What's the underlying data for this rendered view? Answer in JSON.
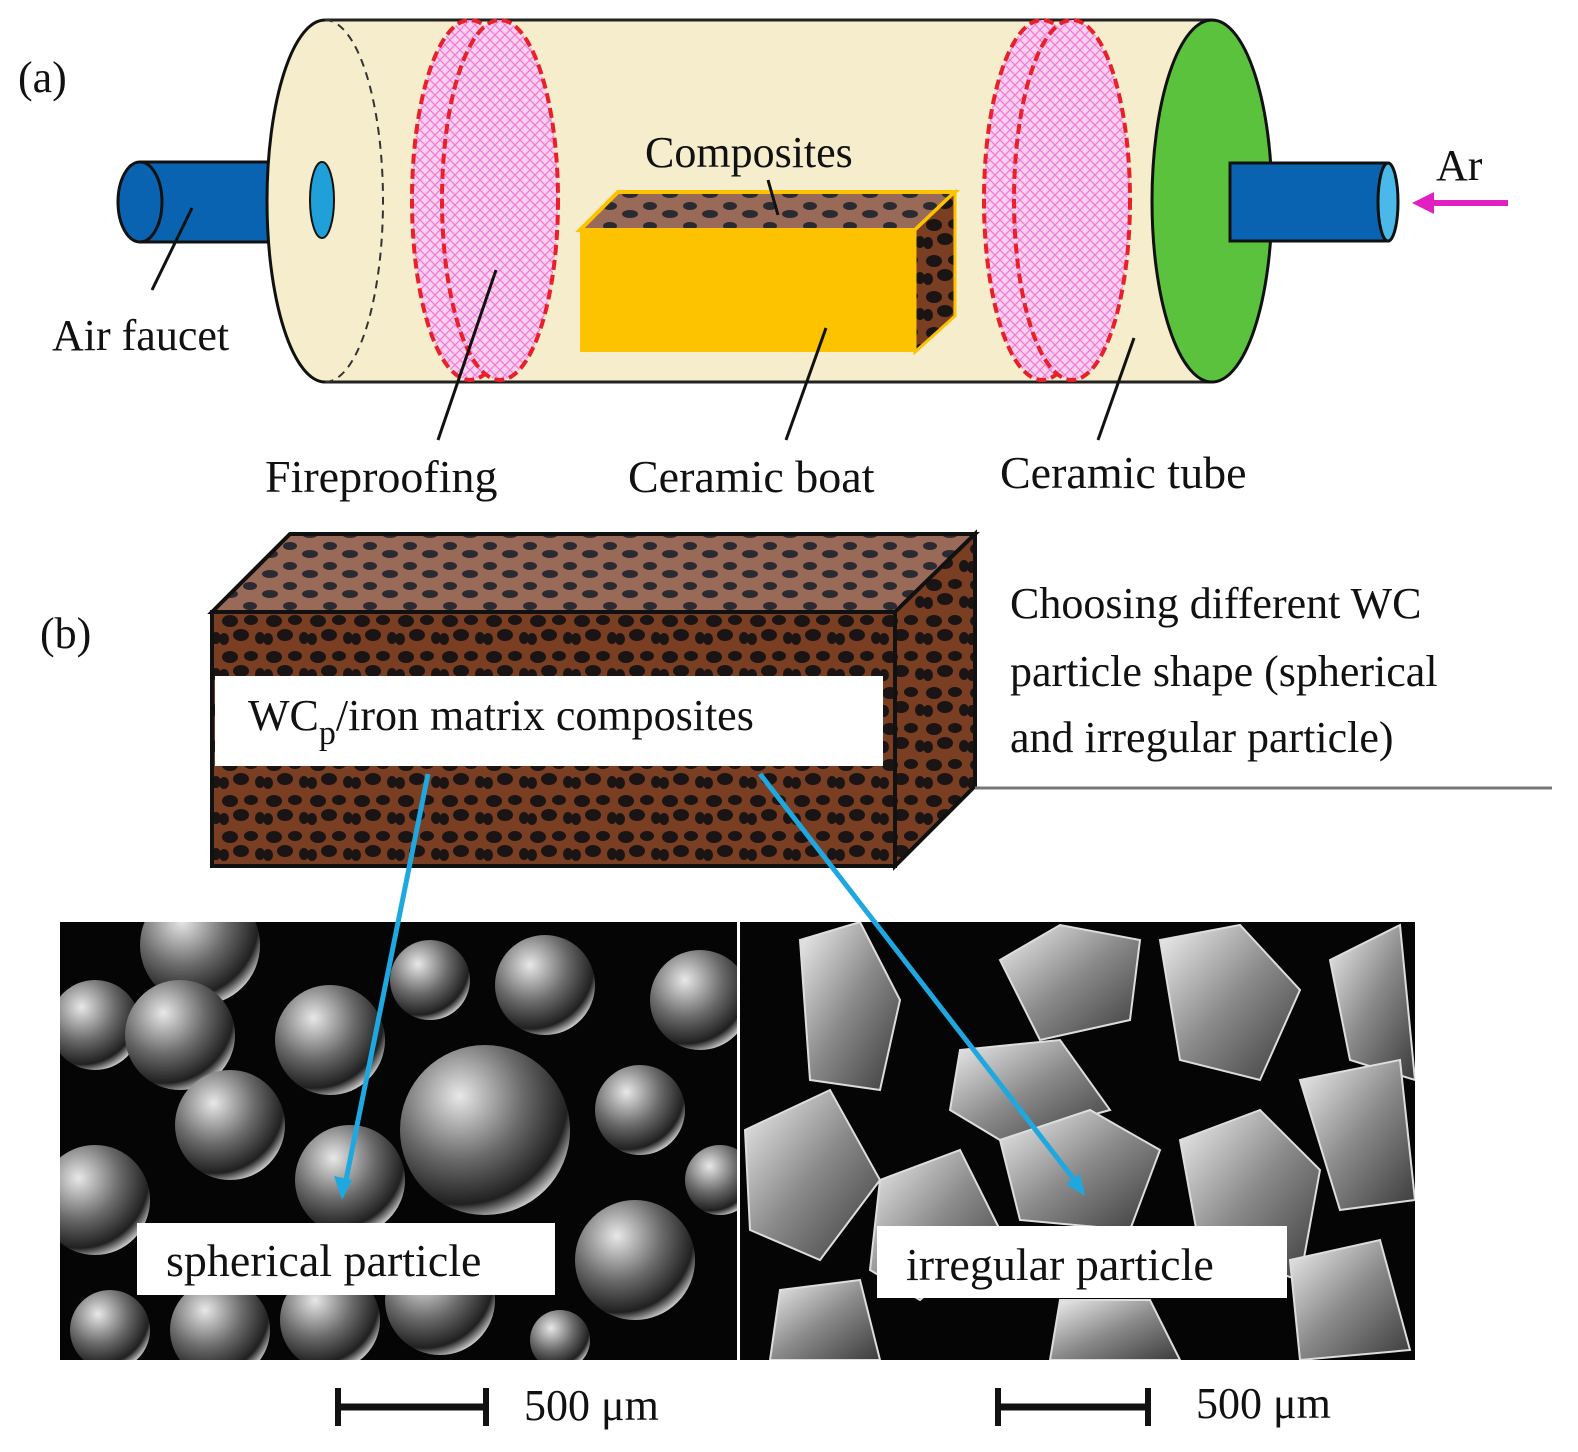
{
  "panel_a": {
    "tag": "(a)",
    "labels": {
      "composites": "Composites",
      "air_faucet": "Air faucet",
      "fireproofing": "Fireproofing",
      "ceramic_boat": "Ceramic boat",
      "ceramic_tube": "Ceramic tube",
      "ar": "Ar"
    }
  },
  "panel_b": {
    "tag": "(b)",
    "block_label_main": "WC",
    "block_label_sub": "p",
    "block_label_rest": "/iron matrix composites",
    "note_lines": [
      "Choosing different WC",
      "particle shape (spherical",
      "and irregular particle)"
    ],
    "spherical_label": "spherical particle",
    "irregular_label": "irregular particle",
    "scale_left": "500 μm",
    "scale_right": "500 μm"
  },
  "colors": {
    "tube": "#f5edcc",
    "pipe": "#0a63b0",
    "end_cap": "#5ac23c",
    "fireproof": "#f9b6e6",
    "fireproof_edge": "#e8202a",
    "boat": "#fdc300",
    "composite": "#7a3e22",
    "arrow_blue": "#1fa8e0",
    "ar_arrow": "#e020c0"
  }
}
